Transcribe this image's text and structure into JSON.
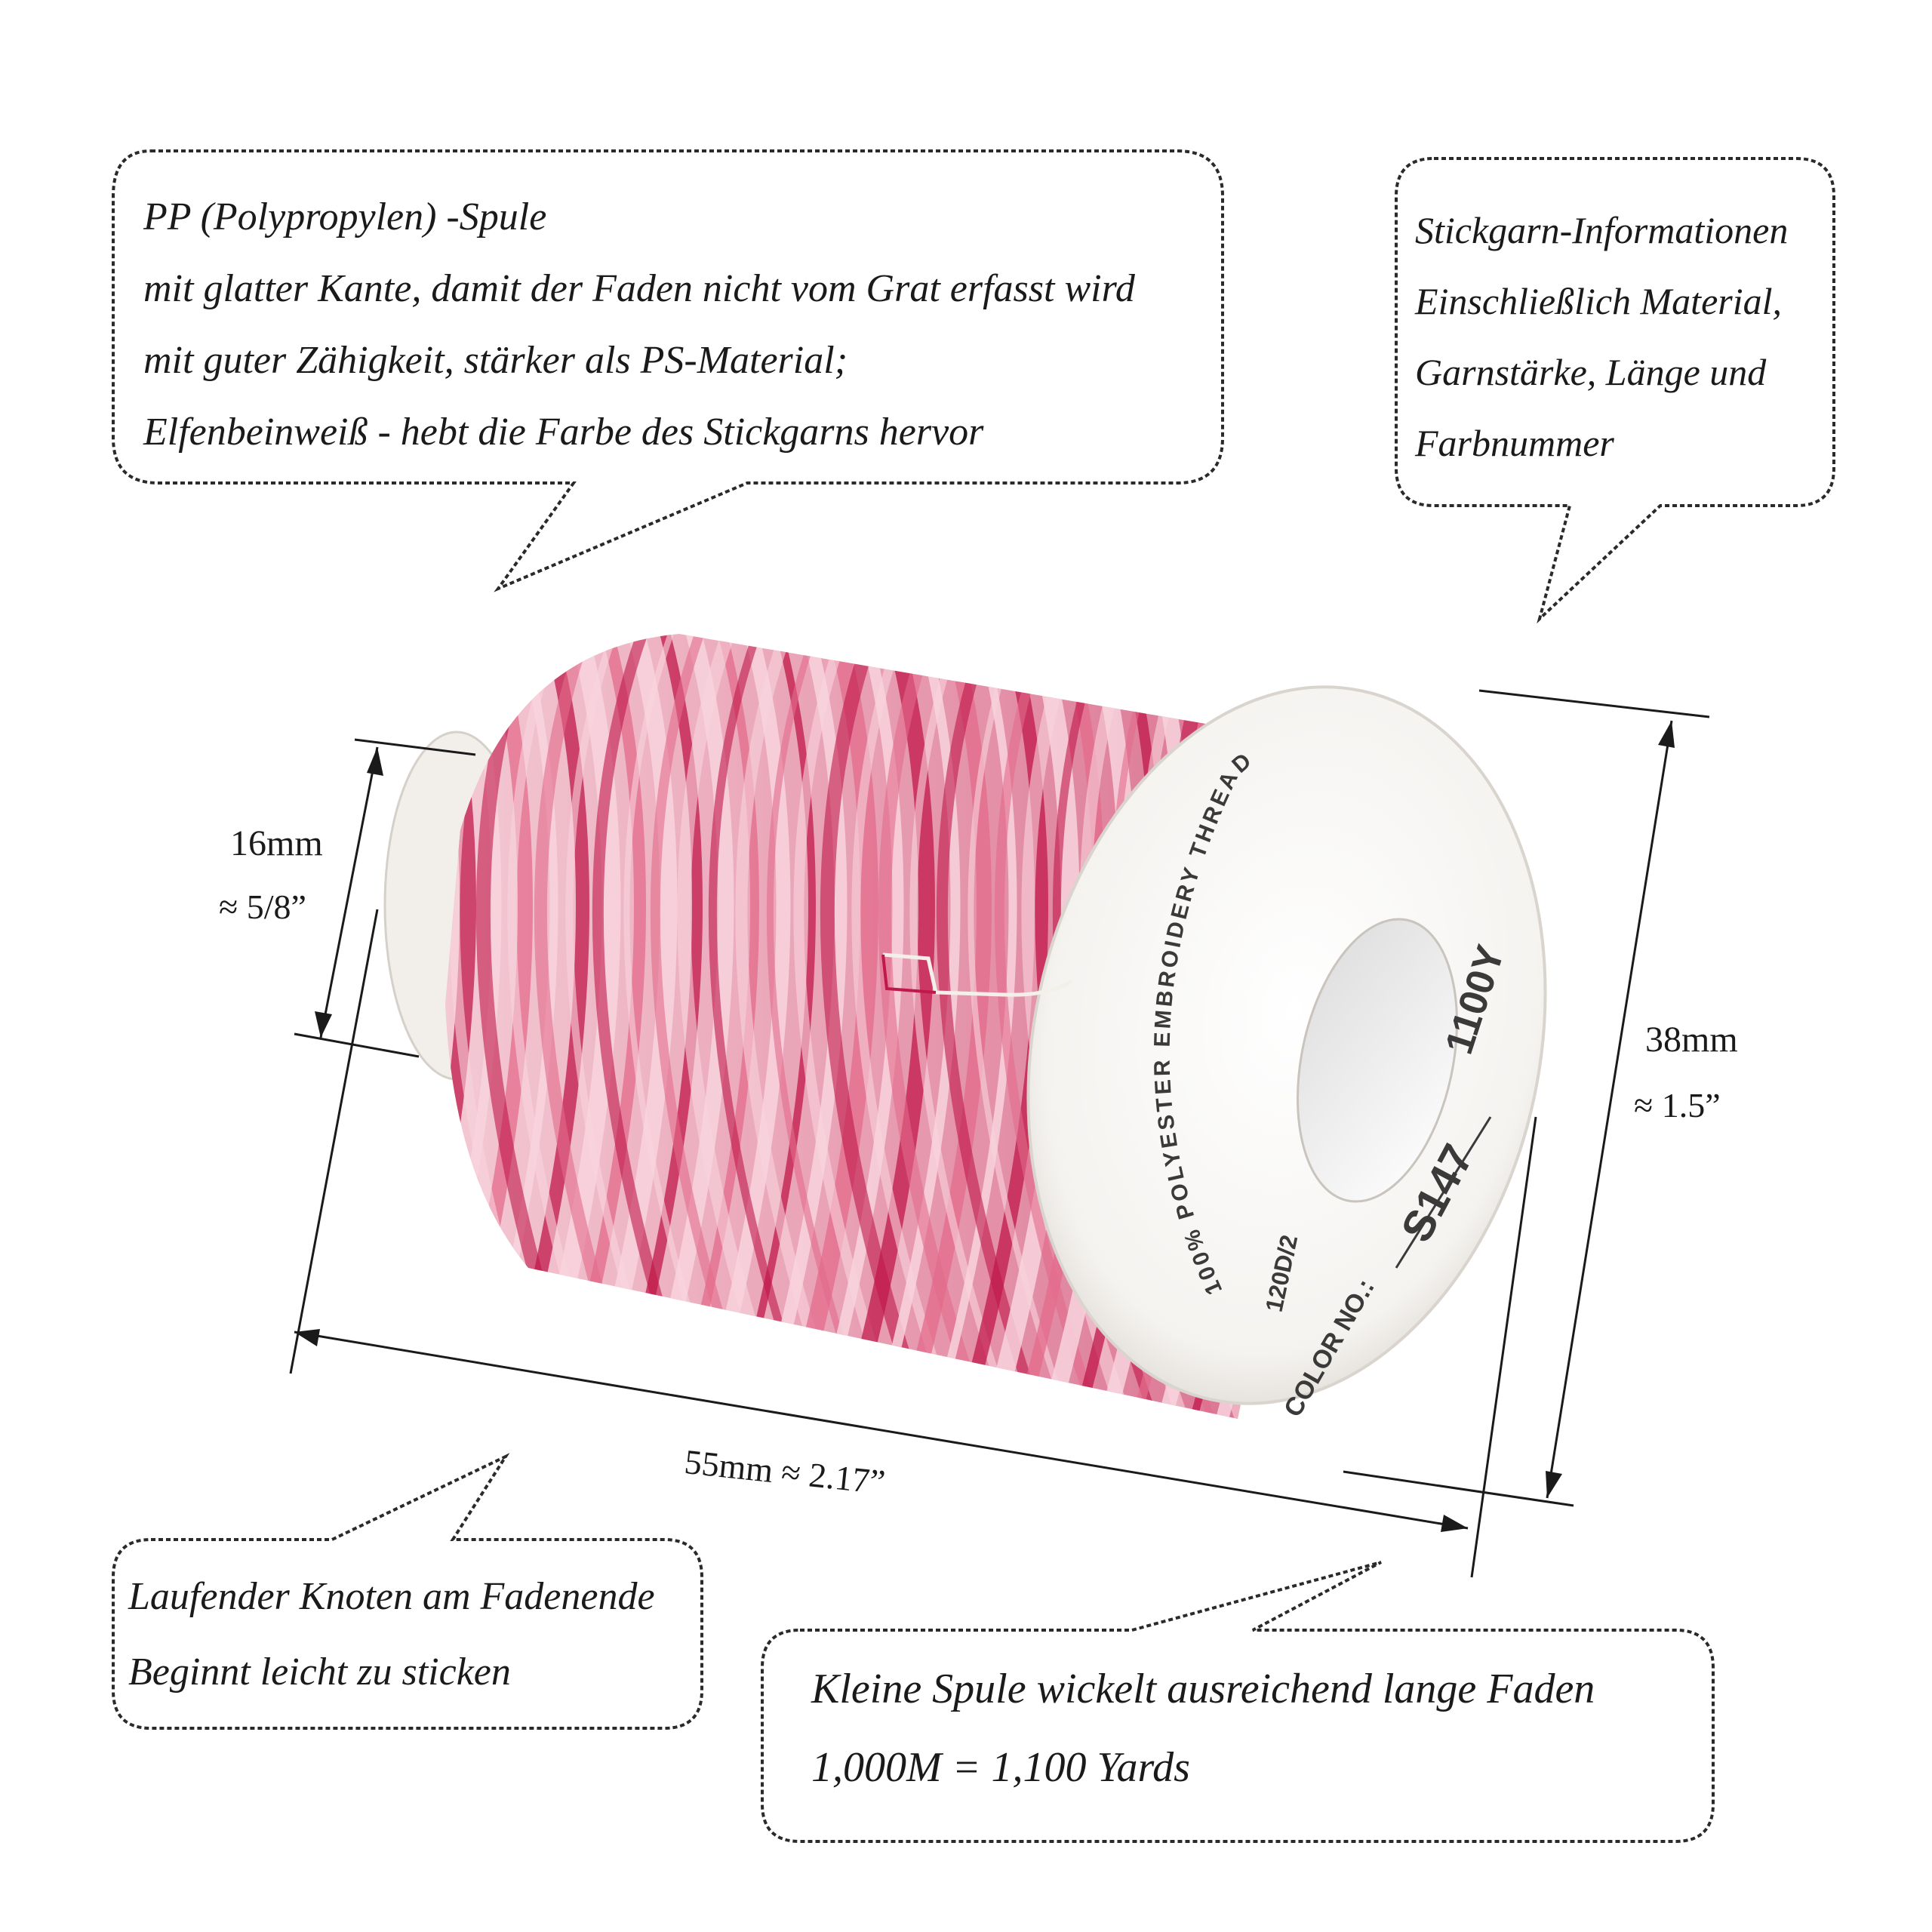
{
  "callouts": {
    "spool_material": {
      "lines": [
        "PP (Polypropylen) -Spule",
        "mit glatter Kante, damit der Faden nicht vom Grat erfasst wird",
        "mit guter Zähigkeit, stärker als PS-Material;",
        "Elfenbeinweiß - hebt die Farbe des Stickgarns hervor"
      ]
    },
    "thread_info": {
      "lines": [
        "Stickgarn-Informationen",
        "Einschließlich Material,",
        "Garnstärke, Länge und",
        "Farbnummer"
      ]
    },
    "running_knot": {
      "lines": [
        "Laufender Knoten am Fadenende",
        "Beginnt leicht zu sticken"
      ]
    },
    "length": {
      "lines": [
        "Kleine Spule wickelt ausreichend lange Faden",
        "1,000M = 1,100 Yards"
      ]
    }
  },
  "dimensions": {
    "core_diameter": {
      "metric": "16mm",
      "imperial": "≈ 5/8”"
    },
    "flange_diameter": {
      "metric": "38mm",
      "imperial": "≈ 1.5”"
    },
    "length": {
      "label": "55mm ≈ 2.17”"
    }
  },
  "spool_label": {
    "brand_text": "100% POLYESTER EMBROIDERY THREAD",
    "yardage": "1100Y",
    "weight": "120D/2",
    "color_prefix": "COLOR NO.:",
    "color_number": "S147"
  },
  "colors": {
    "thread_dark": "#c0184a",
    "thread_mid": "#e36b8b",
    "thread_light": "#f8d4de",
    "spool": "#f7f5f2",
    "outline": "#2a2a2a"
  }
}
